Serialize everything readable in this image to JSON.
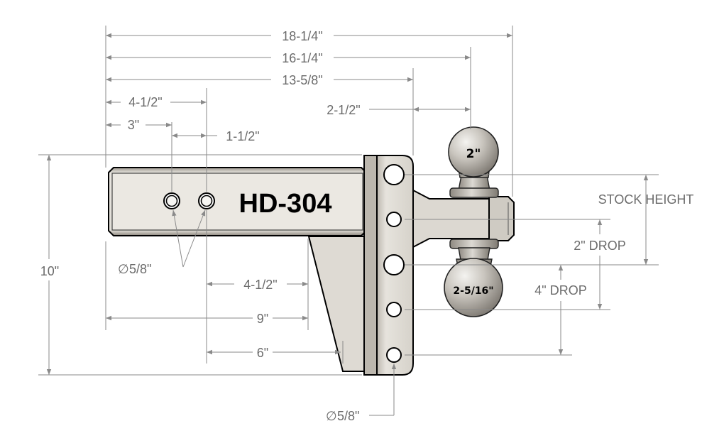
{
  "product": {
    "model": "HD-304",
    "ball_large": "2\"",
    "ball_small": "2-5/16\""
  },
  "dimensions": {
    "overall_length": "18-1/4\"",
    "to_ball_center": "16-1/4\"",
    "to_plate_face": "13-5/8\"",
    "plate_to_ball": "2-1/2\"",
    "pin_hole_to_first": "4-1/2\"",
    "first_hole": "3\"",
    "hole_spacing": "1-1/2\"",
    "shank_hole_dia": "5/8\"",
    "hole_to_gusset": "4-1/2\"",
    "shank_length": "9\"",
    "hole_to_gusset_bottom": "6\"",
    "total_height": "10\"",
    "stock_height": "STOCK HEIGHT",
    "drop_2": "2\" DROP",
    "drop_4": "4\" DROP",
    "plate_hole_dia": "5/8\"",
    "diameter_symbol": "∅"
  },
  "colors": {
    "steel": "#d8d4cc",
    "steel_dark": "#a9a49b",
    "ball": "#b8b4ad",
    "ball_highlight": "#f2f1ee",
    "background": "#ffffff"
  }
}
